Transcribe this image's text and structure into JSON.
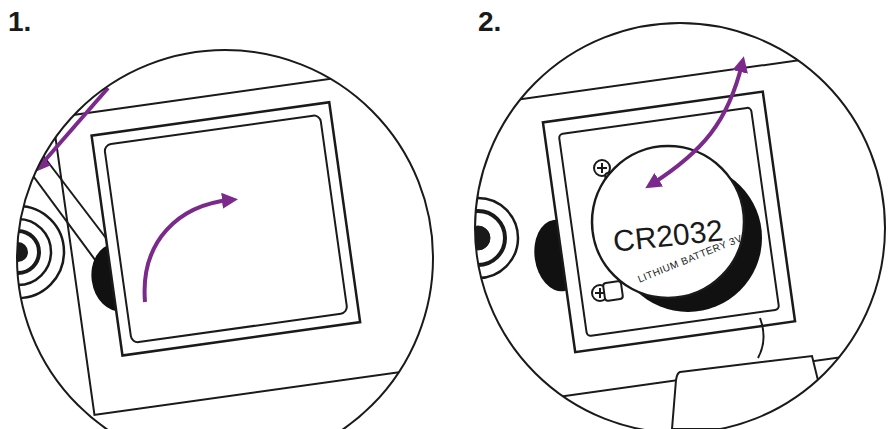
{
  "diagram": {
    "nodes": [
      {
        "text": [
          "CR2032",
          "LITHIUM BATTERY 3V"
        ]
      }
    ],
    "labels": [
      "1.",
      "2."
    ]
  }
}
